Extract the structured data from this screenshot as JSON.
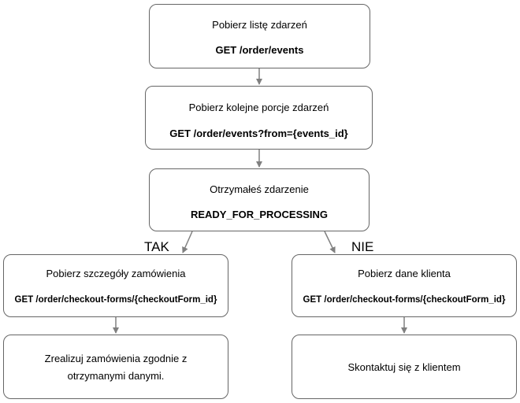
{
  "nodes": {
    "list_events": {
      "title": "Pobierz listę zdarzeń",
      "call": "GET /order/events"
    },
    "next_events": {
      "title": "Pobierz kolejne porcje zdarzeń",
      "call": "GET /order/events?from={events_id}"
    },
    "received_event": {
      "title": "Otrzymałeś zdarzenie",
      "call": "READY_FOR_PROCESSING"
    },
    "order_details": {
      "title": "Pobierz szczegóły zamówienia",
      "call": "GET /order/checkout-forms/{checkoutForm_id}"
    },
    "client_data": {
      "title": "Pobierz dane klienta",
      "call": "GET /order/checkout-forms/{checkoutForm_id}"
    },
    "fulfill_order": {
      "text": "Zrealizuj zamówienia zgodnie z otrzymanymi danymi."
    },
    "contact_client": {
      "text": "Skontaktuj się z klientem"
    }
  },
  "branches": {
    "yes": "TAK",
    "no": "NIE"
  },
  "colors": {
    "border": "#666666",
    "arrow": "#808080",
    "background": "#ffffff"
  }
}
